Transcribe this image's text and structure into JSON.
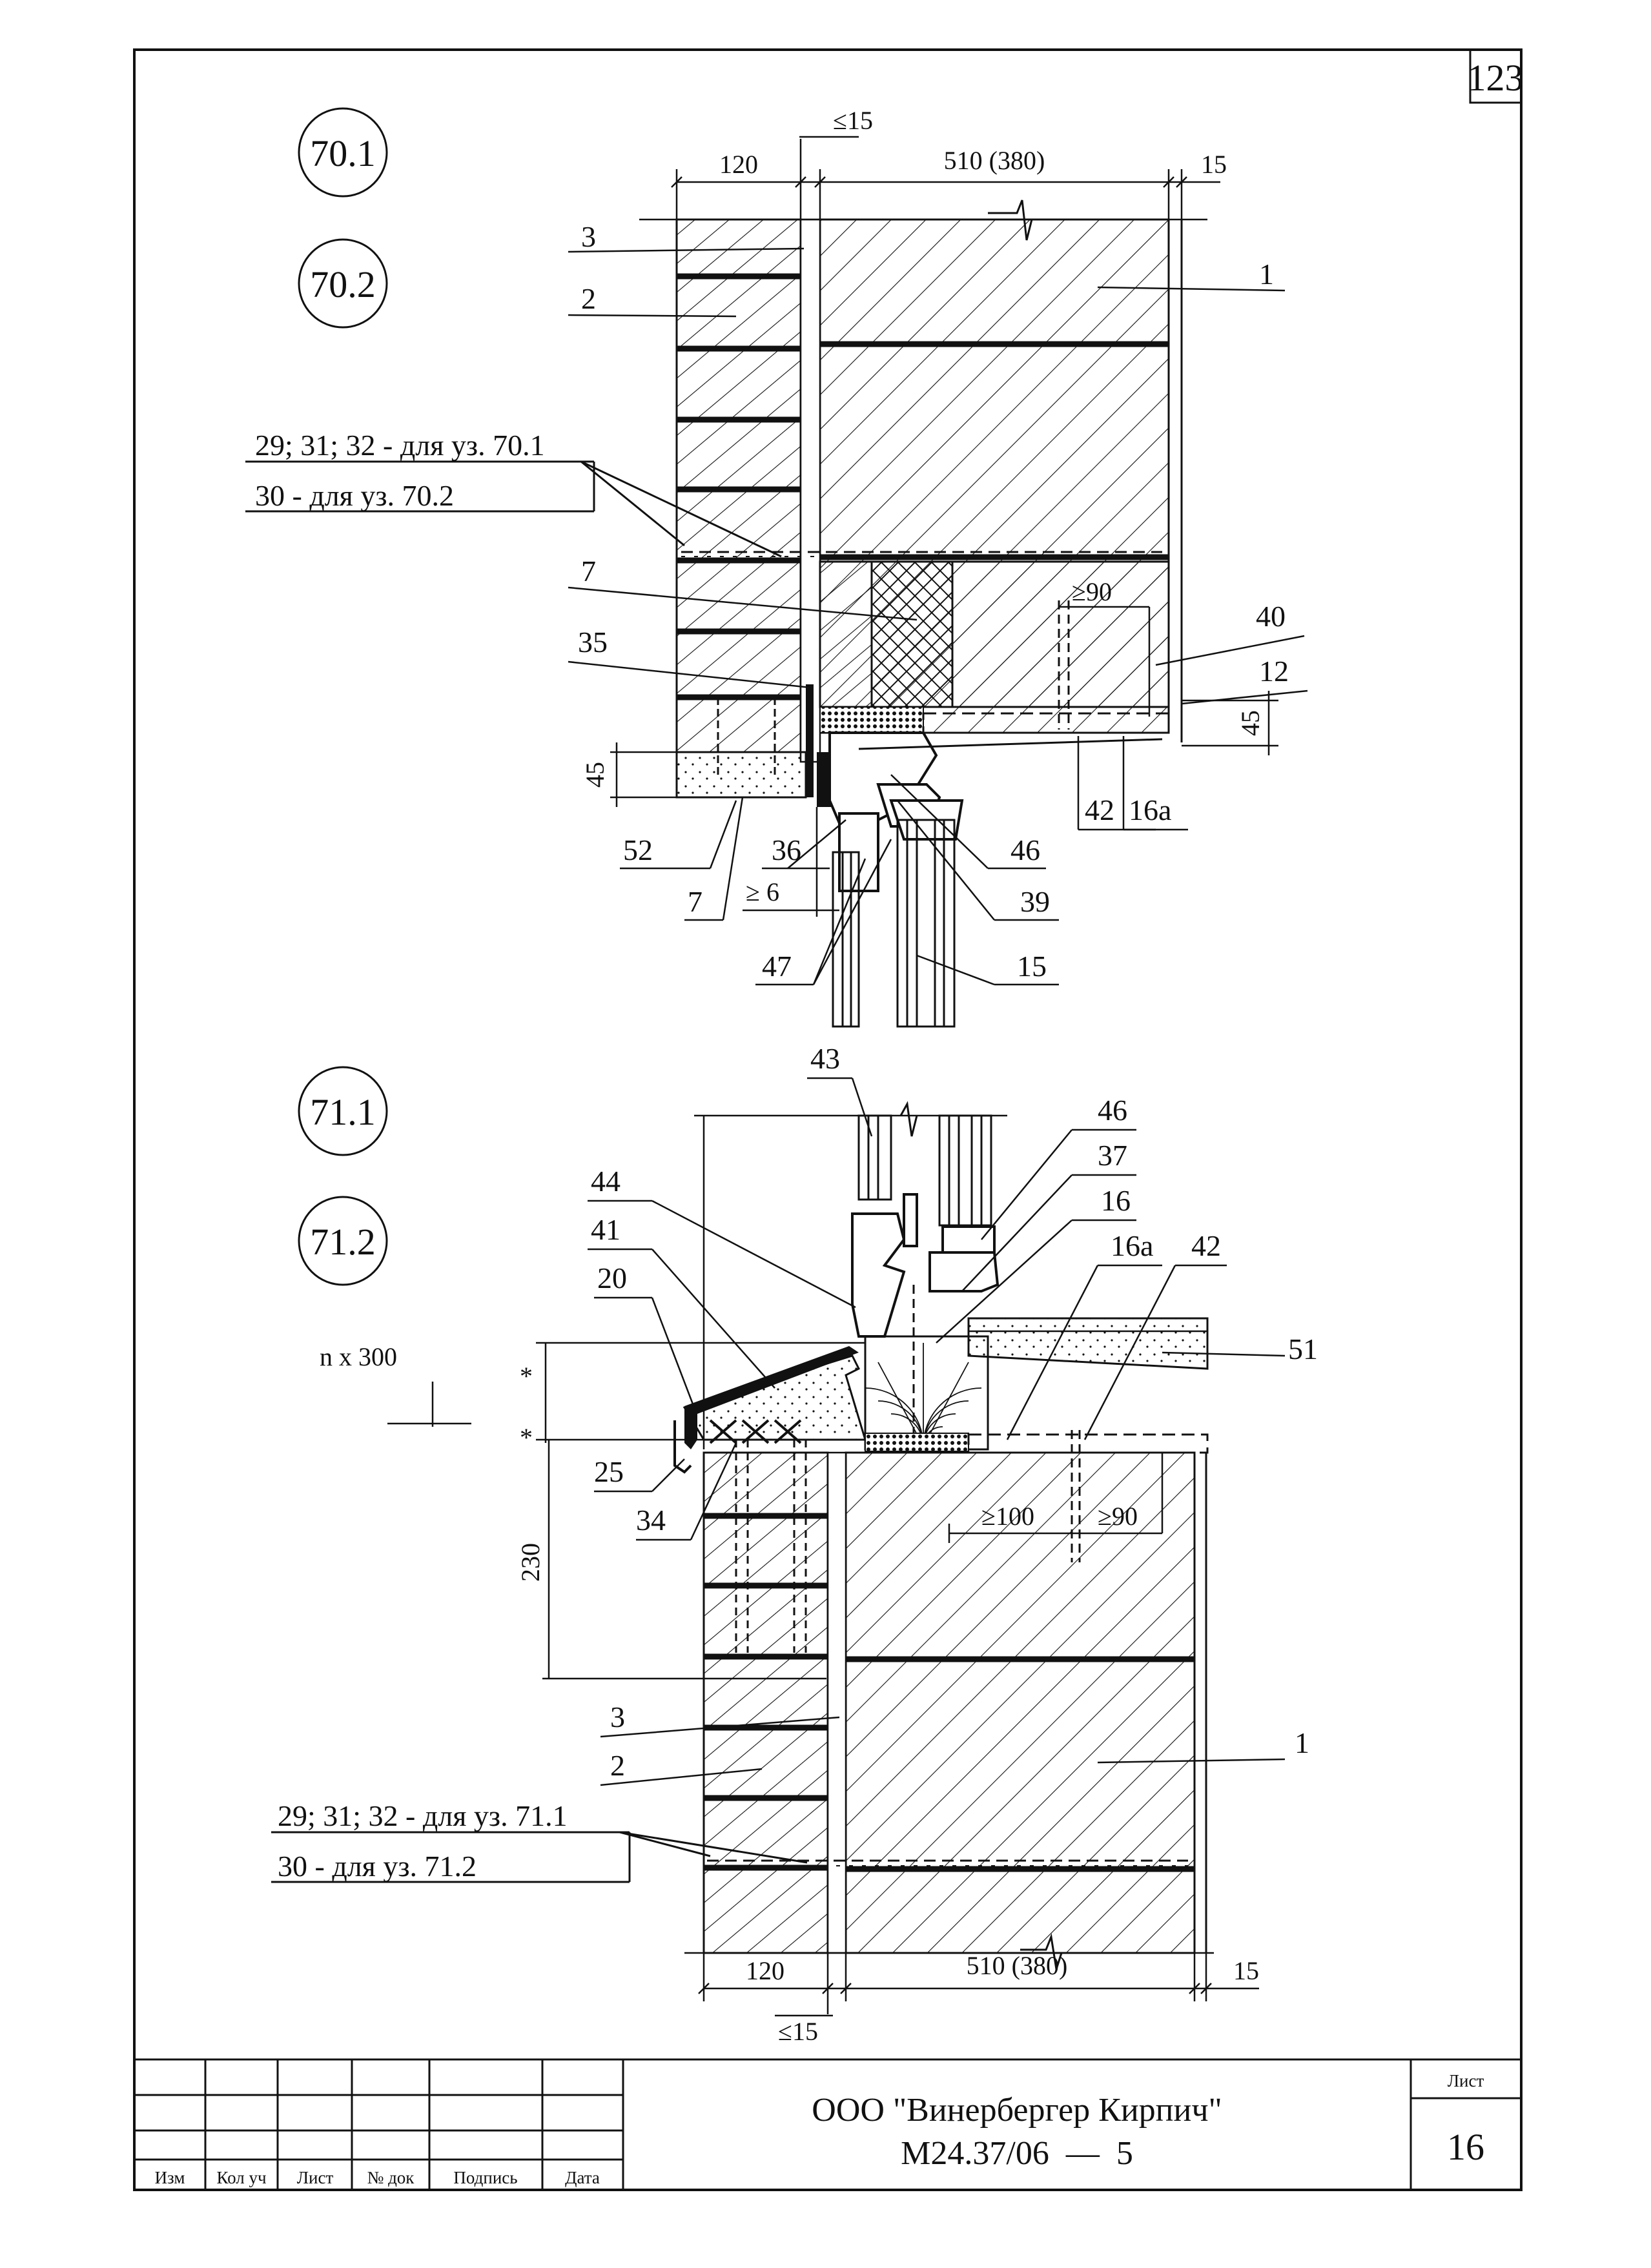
{
  "sheet_corner_number": "123",
  "detail_marks": [
    "70.1",
    "70.2",
    "71.1",
    "71.2"
  ],
  "upper_detail": {
    "dims": {
      "top_small": "≤15",
      "facing": "120",
      "wall": "510 (380)",
      "plaster": "15",
      "lintel_left": "45",
      "lintel_right": "45",
      "anchor": "≥90",
      "gap_min": "≥ 6"
    },
    "notes": {
      "line1": "29; 31; 32 - для уз. 70.1",
      "line2": "30 - для уз. 70.2"
    },
    "callouts": [
      "3",
      "2",
      "1",
      "7",
      "35",
      "40",
      "12",
      "42",
      "16а",
      "52",
      "36",
      "46",
      "7",
      "39",
      "47",
      "15"
    ]
  },
  "lower_detail": {
    "dims": {
      "step": "n x 300",
      "star": "*",
      "height": "230",
      "anchor_left": "≥100",
      "anchor_right": "≥90",
      "facing": "120",
      "wall": "510 (380)",
      "plaster": "15",
      "bottom_small": "≤15"
    },
    "notes": {
      "line1": "29; 31; 32 - для уз. 71.1",
      "line2": "30 - для уз. 71.2"
    },
    "callouts": [
      "43",
      "46",
      "37",
      "16",
      "44",
      "41",
      "20",
      "16а",
      "42",
      "51",
      "25",
      "34",
      "3",
      "2",
      "1"
    ]
  },
  "title_block": {
    "columns": [
      "Изм",
      "Кол уч",
      "Лист",
      "№ док",
      "Подпись",
      "Дата"
    ],
    "organization": "ООО \"Винербергер Кирпич\"",
    "document_code": "М24.37/06  —  5",
    "sheet_label": "Лист",
    "sheet_number": "16"
  },
  "colors": {
    "ink": "#111111",
    "paper": "#ffffff"
  }
}
